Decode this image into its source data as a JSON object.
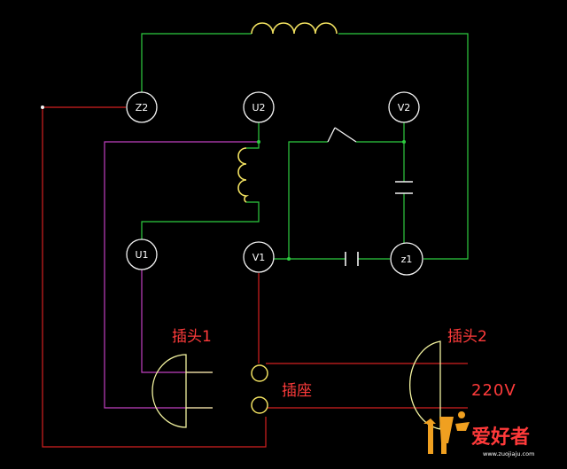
{
  "colors": {
    "background": "#000000",
    "green_wire": "#2ecc40",
    "red_wire": "#d42020",
    "purple_wire": "#c040c0",
    "component_white": "#f4f4f4",
    "inductor_yellow": "#f0e060",
    "plug_outline": "#f4f4a0",
    "text_red": "#ff3b3b"
  },
  "terminals": {
    "z2": "Z2",
    "u2": "U2",
    "v2": "V2",
    "u1": "U1",
    "v1": "V1",
    "z1": "z1"
  },
  "labels": {
    "plug1": "插头1",
    "plug2": "插头2",
    "socket": "插座",
    "voltage": "220V"
  },
  "watermark": {
    "brand": "爱好者",
    "site": "www.zuojiaju.com"
  }
}
